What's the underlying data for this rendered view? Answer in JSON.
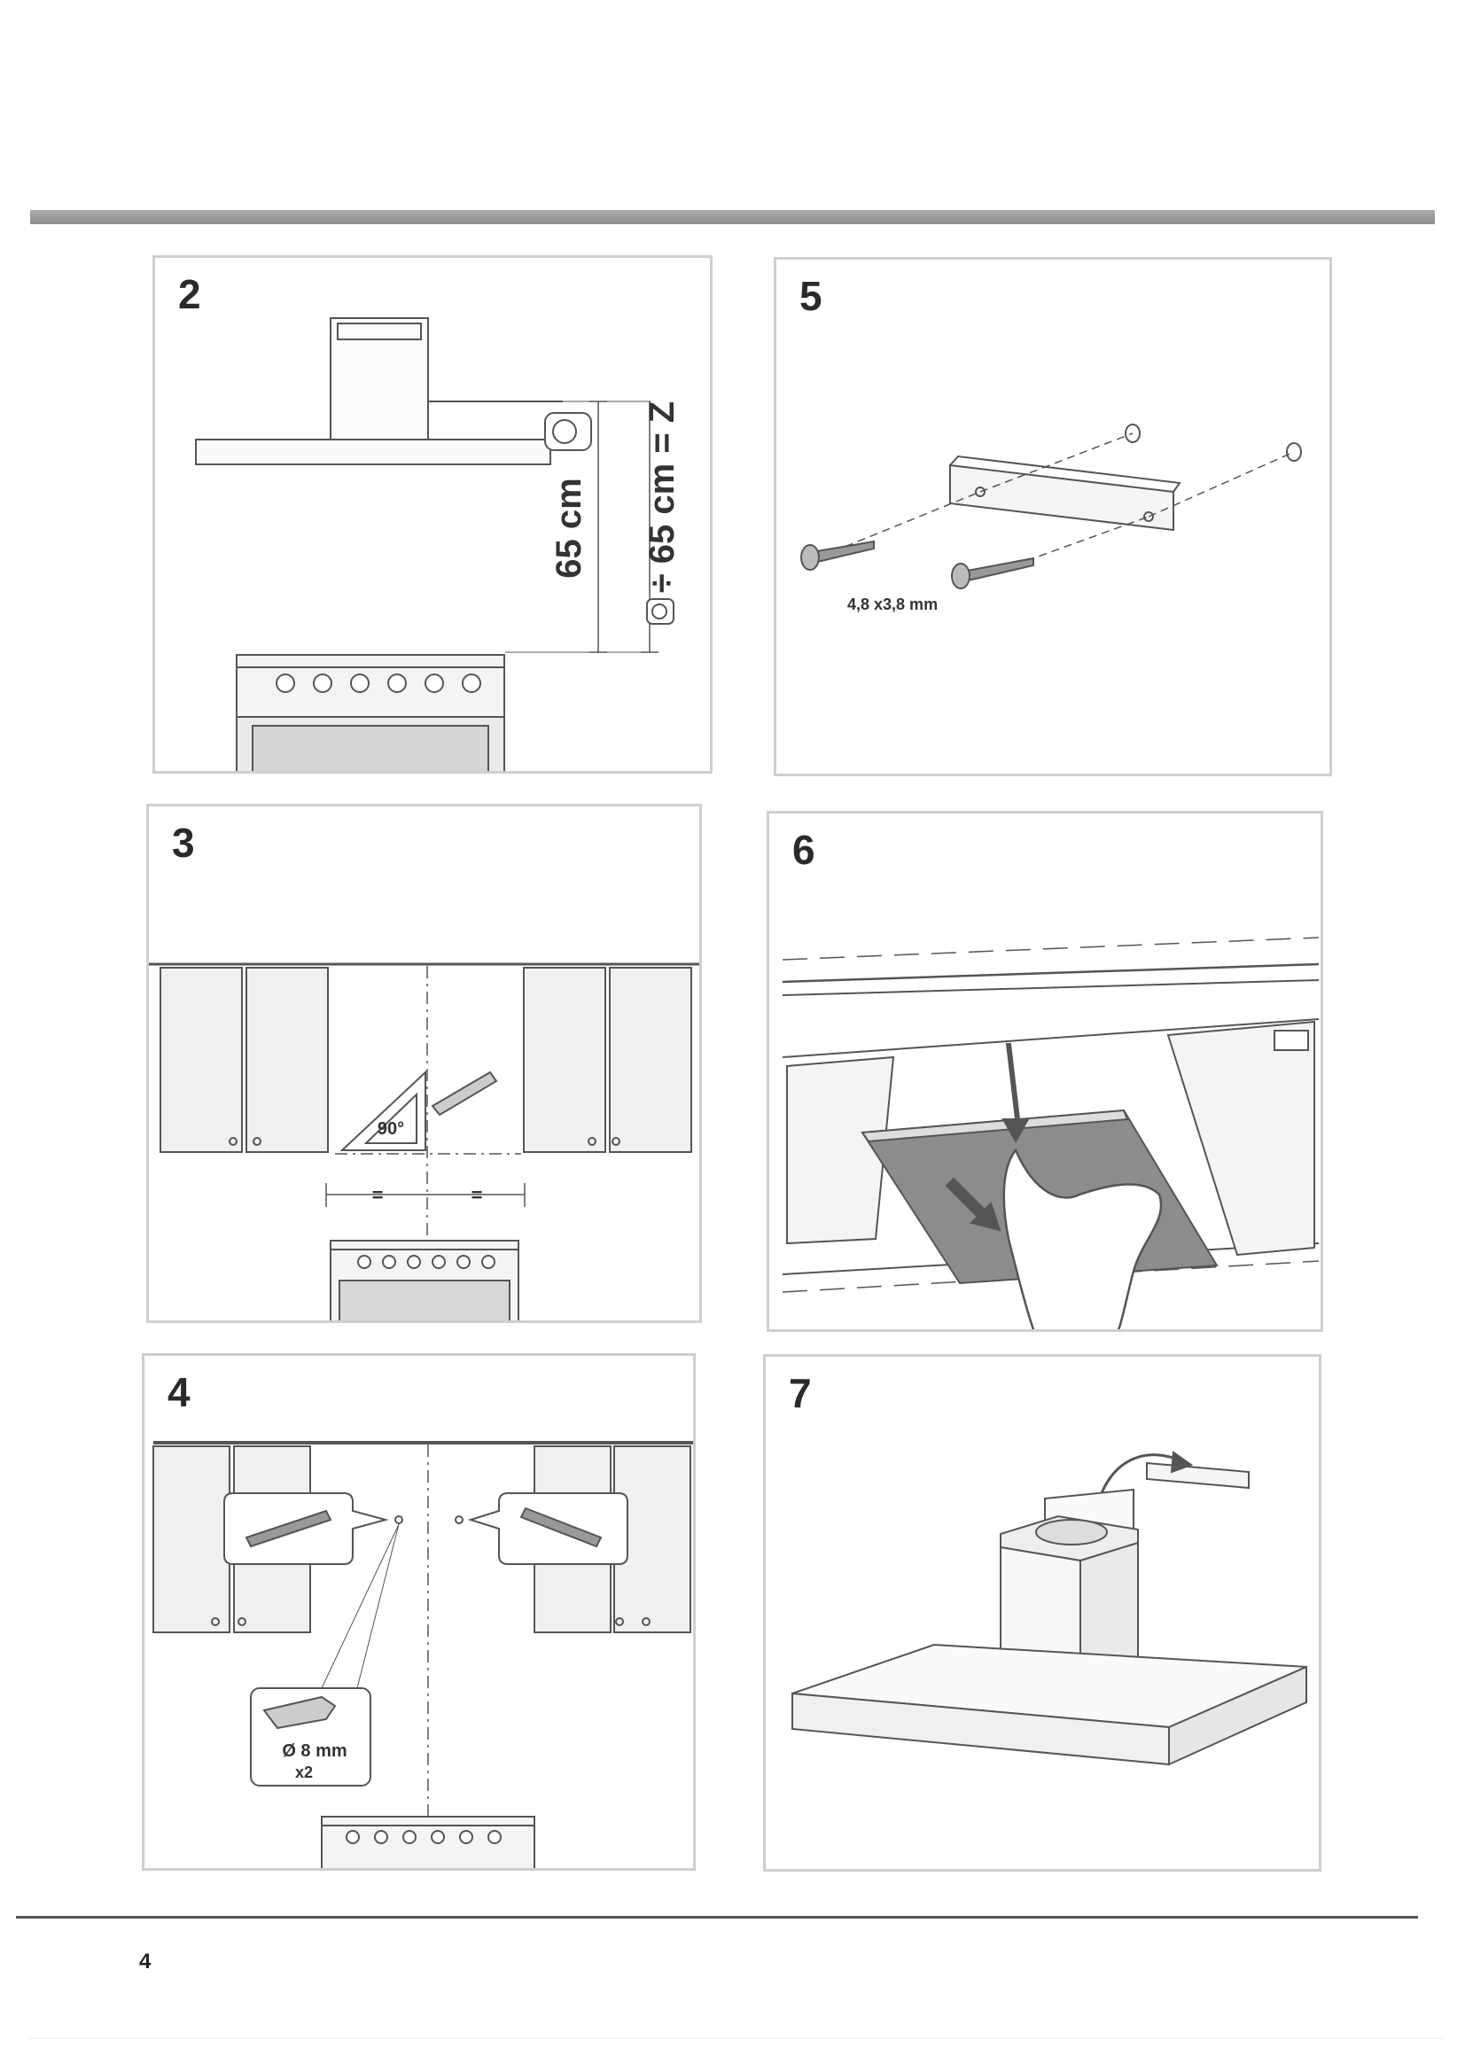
{
  "page": {
    "number": "4"
  },
  "steps": [
    {
      "id": "2",
      "num": "2",
      "labels": {
        "height": "65 cm",
        "measure": "÷ 65 cm = Z"
      }
    },
    {
      "id": "5",
      "num": "5",
      "labels": {
        "screw": "4,8 x3,8 mm"
      }
    },
    {
      "id": "3",
      "num": "3",
      "labels": {
        "angle": "90°",
        "equal_left": "=",
        "equal_right": "="
      }
    },
    {
      "id": "6",
      "num": "6",
      "labels": {}
    },
    {
      "id": "4",
      "num": "4",
      "labels": {
        "drill": "Ø 8 mm",
        "qty": "x2"
      }
    },
    {
      "id": "7",
      "num": "7",
      "labels": {}
    }
  ],
  "colors": {
    "line": "#555555",
    "filter": "#8c8c8c",
    "cabinet": "#f0f0f0",
    "bar": "#999999"
  }
}
